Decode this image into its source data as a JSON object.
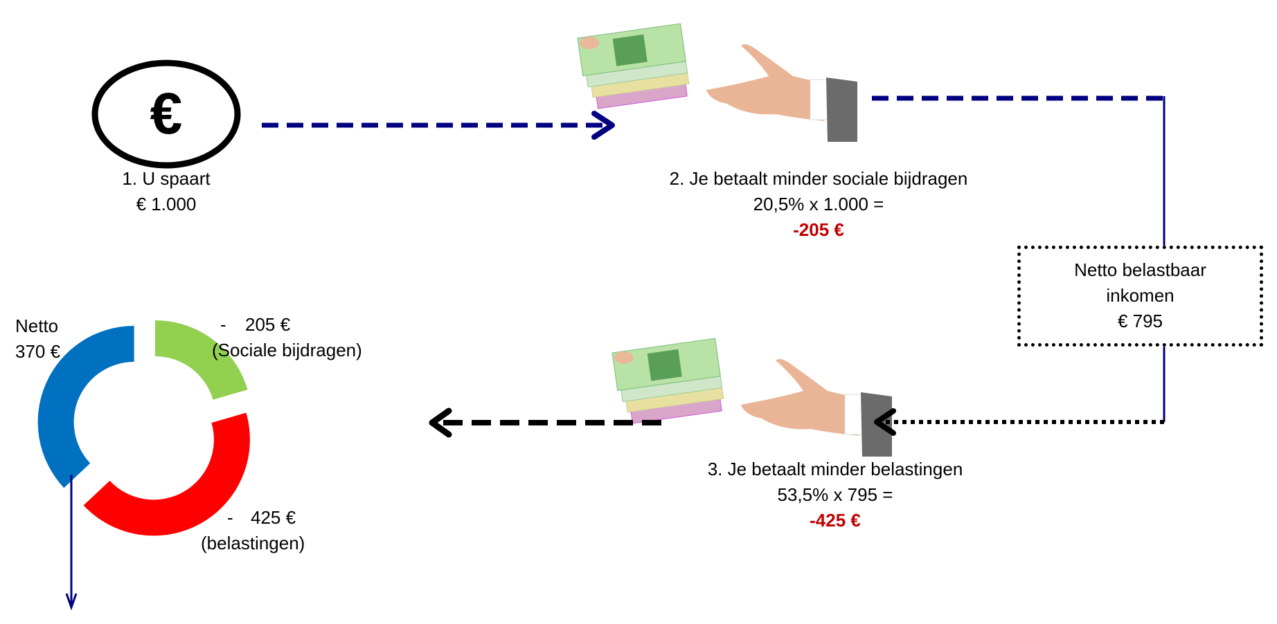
{
  "step1": {
    "title": "1. U spaart",
    "amount": "€ 1.000"
  },
  "step2": {
    "title": "2. Je betaalt minder sociale bijdragen",
    "formula": "20,5% x 1.000 =",
    "result": "-205 €"
  },
  "box": {
    "line1": "Netto belastbaar",
    "line2": "inkomen",
    "line3": "€ 795"
  },
  "step3": {
    "title": "3. Je betaalt minder belastingen",
    "formula": "53,5% x 795 =",
    "result": "-425 €"
  },
  "donut": {
    "netto_label": "Netto",
    "netto_value": "370 €",
    "social_dash": "-",
    "social_value": "205 €",
    "social_label": "(Sociale bijdragen)",
    "tax_dash": "-",
    "tax_value": "425 €",
    "tax_label": "(belastingen)"
  },
  "chart_data": {
    "type": "pie",
    "variant": "exploded-donut",
    "categories": [
      "Sociale bijdragen",
      "Belastingen",
      "Netto"
    ],
    "values": [
      205,
      425,
      370
    ],
    "colors": [
      "#92d050",
      "#ff0000",
      "#0070c0"
    ]
  },
  "colors": {
    "arrow_blue": "#000080",
    "result_red": "#c00000"
  }
}
